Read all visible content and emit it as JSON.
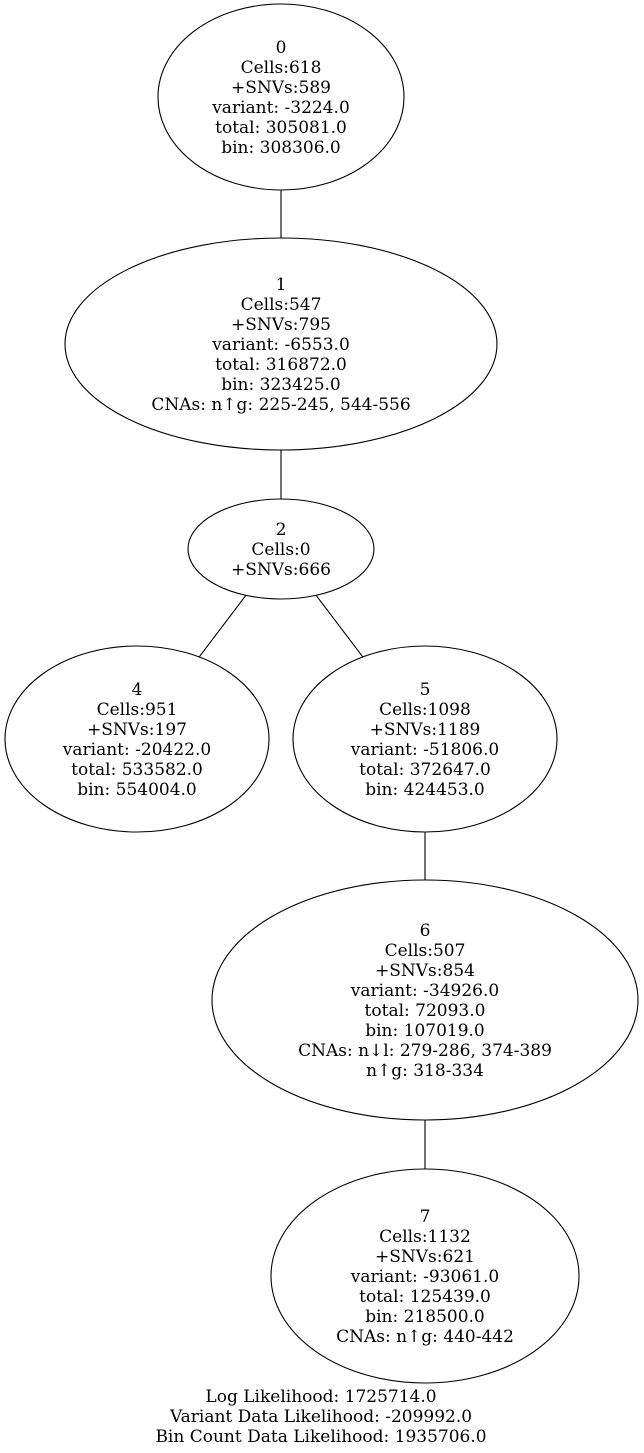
{
  "tree": {
    "nodes": [
      {
        "id": "0",
        "lines": [
          "0",
          "Cells:618",
          "+SNVs:589",
          "variant: -3224.0",
          "total: 305081.0",
          "bin: 308306.0"
        ]
      },
      {
        "id": "1",
        "lines": [
          "1",
          "Cells:547",
          "+SNVs:795",
          "variant: -6553.0",
          "total: 316872.0",
          "bin: 323425.0",
          "CNAs: n↑g: 225-245, 544-556"
        ]
      },
      {
        "id": "2",
        "lines": [
          "2",
          "Cells:0",
          "+SNVs:666"
        ]
      },
      {
        "id": "4",
        "lines": [
          "4",
          "Cells:951",
          "+SNVs:197",
          "variant: -20422.0",
          "total: 533582.0",
          "bin: 554004.0"
        ]
      },
      {
        "id": "5",
        "lines": [
          "5",
          "Cells:1098",
          "+SNVs:1189",
          "variant: -51806.0",
          "total: 372647.0",
          "bin: 424453.0"
        ]
      },
      {
        "id": "6",
        "lines": [
          "6",
          "Cells:507",
          "+SNVs:854",
          "variant: -34926.0",
          "total: 72093.0",
          "bin: 107019.0",
          "CNAs: n↓l: 279-286, 374-389",
          "n↑g: 318-334"
        ]
      },
      {
        "id": "7",
        "lines": [
          "7",
          "Cells:1132",
          "+SNVs:621",
          "variant: -93061.0",
          "total: 125439.0",
          "bin: 218500.0",
          "CNAs: n↑g: 440-442"
        ]
      }
    ],
    "edges": [
      [
        "0",
        "1"
      ],
      [
        "1",
        "2"
      ],
      [
        "2",
        "4"
      ],
      [
        "2",
        "5"
      ],
      [
        "5",
        "6"
      ],
      [
        "6",
        "7"
      ]
    ]
  },
  "footer": {
    "log_likelihood": "Log Likelihood: 1725714.0",
    "variant_likelihood": "Variant Data Likelihood: -209992.0",
    "bin_count_likelihood": "Bin Count Data Likelihood: 1935706.0"
  }
}
